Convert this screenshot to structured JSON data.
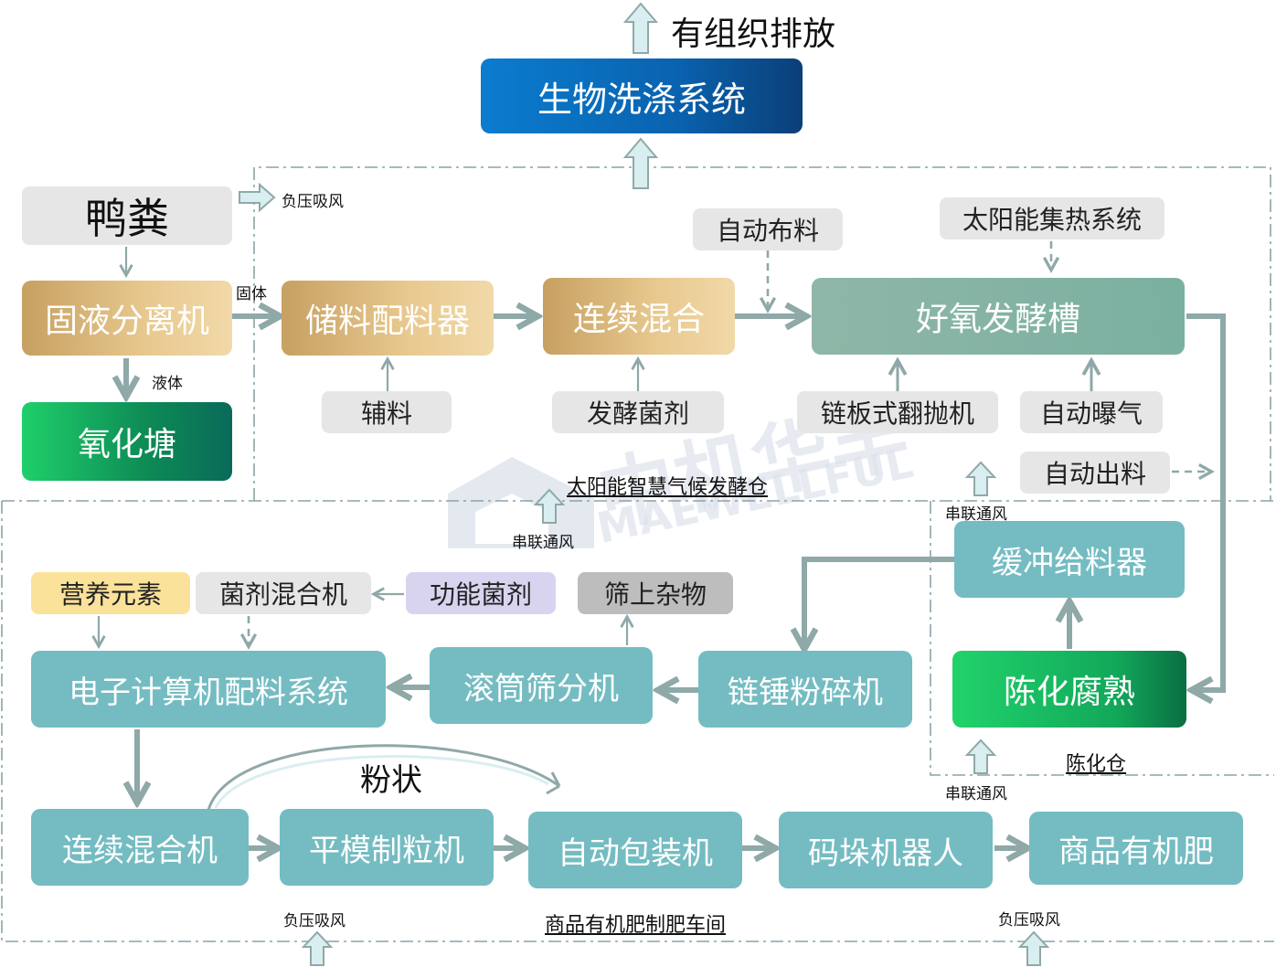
{
  "top_output": "有组织排放",
  "nodes": {
    "bio_scrubber": "生物洗涤系统",
    "duck_manure": "鸭粪",
    "separator": "固液分离机",
    "oxidation_pond": "氧化塘",
    "storage_batcher": "储料配料器",
    "continuous_mix": "连续混合",
    "aerobic_tank": "好氧发酵槽",
    "auto_distribution": "自动布料",
    "solar_heat": "太阳能集热系统",
    "auxiliary": "辅料",
    "fermentation_agent": "发酵菌剂",
    "chain_turner": "链板式翻抛机",
    "auto_aeration": "自动曝气",
    "auto_discharge": "自动出料",
    "buffer_feeder": "缓冲给料器",
    "aging": "陈化腐熟",
    "nutrients": "营养元素",
    "agent_mixer": "菌剂混合机",
    "functional_agent": "功能菌剂",
    "screen_residue": "筛上杂物",
    "computer_batching": "电子计算机配料系统",
    "drum_screen": "滚筒筛分机",
    "chain_crusher": "链锤粉碎机",
    "continuous_mixer": "连续混合机",
    "flat_die_granulator": "平模制粒机",
    "auto_packer": "自动包装机",
    "palletizer": "码垛机器人",
    "organic_fertilizer": "商品有机肥"
  },
  "labels": {
    "negative_suction_top": "负压吸风",
    "solid": "固体",
    "liquid": "液体",
    "fermentation_room": "太阳能智慧气候发酵仓",
    "series_vent_1": "串联通风",
    "series_vent_2": "串联通风",
    "series_vent_3": "串联通风",
    "aging_room": "陈化仓",
    "powder": "粉状",
    "workshop": "商品有机肥制肥车间",
    "negative_suction_bottom_left": "负压吸风",
    "negative_suction_bottom_right": "负压吸风"
  },
  "watermark": {
    "cn": "中机华丰",
    "en": "MAEWELLFUL"
  },
  "colors": {
    "teal": "#74bcc2",
    "arrow": "#8fa8a8",
    "blue_arrow_fill": "#d9eef0",
    "dash_border": "#8aa3a8"
  }
}
